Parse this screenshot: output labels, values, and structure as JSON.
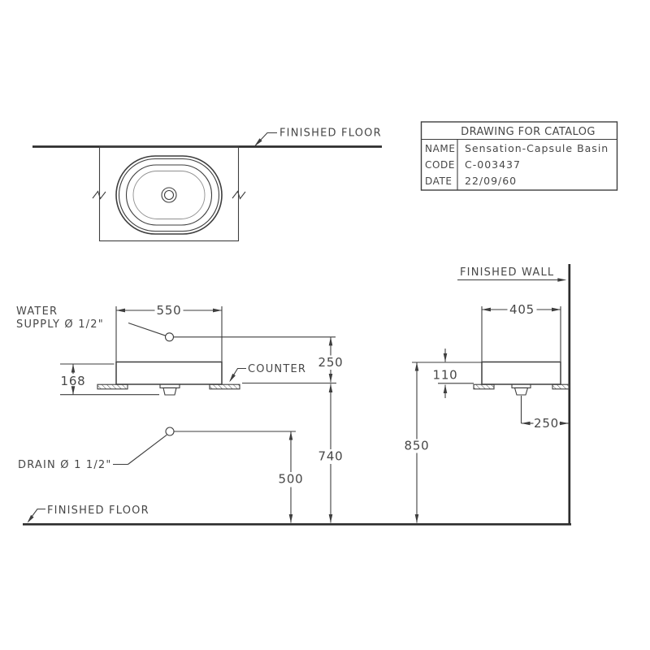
{
  "title_block": {
    "title": "DRAWING FOR CATALOG",
    "rows": [
      {
        "label": "NAME",
        "value": "Sensation-Capsule Basin"
      },
      {
        "label": "CODE",
        "value": "C-003437"
      },
      {
        "label": "DATE",
        "value": "22/09/60"
      }
    ]
  },
  "labels": {
    "finished_floor_top": "FINISHED FLOOR",
    "finished_floor_bottom": "FINISHED FLOOR",
    "finished_wall": "FINISHED WALL",
    "counter": "COUNTER",
    "water_supply_line1": "WATER",
    "water_supply_line2": "SUPPLY Ø 1/2\"",
    "drain": "DRAIN Ø 1 1/2\""
  },
  "dimensions_mm": {
    "front": {
      "basin_width": "550",
      "rim_to_drain_bottom": "168",
      "supply_above_counter": "250",
      "counter_height": "740",
      "drain_outlet_height": "500"
    },
    "side": {
      "basin_depth": "405",
      "rim_above_counter": "110",
      "drain_center_from_wall": "250",
      "rim_height_from_floor": "850"
    }
  },
  "colors": {
    "line": "#3e3e3e",
    "thick_line": "#2d2d2d",
    "text": "#474747",
    "background": "#ffffff"
  }
}
